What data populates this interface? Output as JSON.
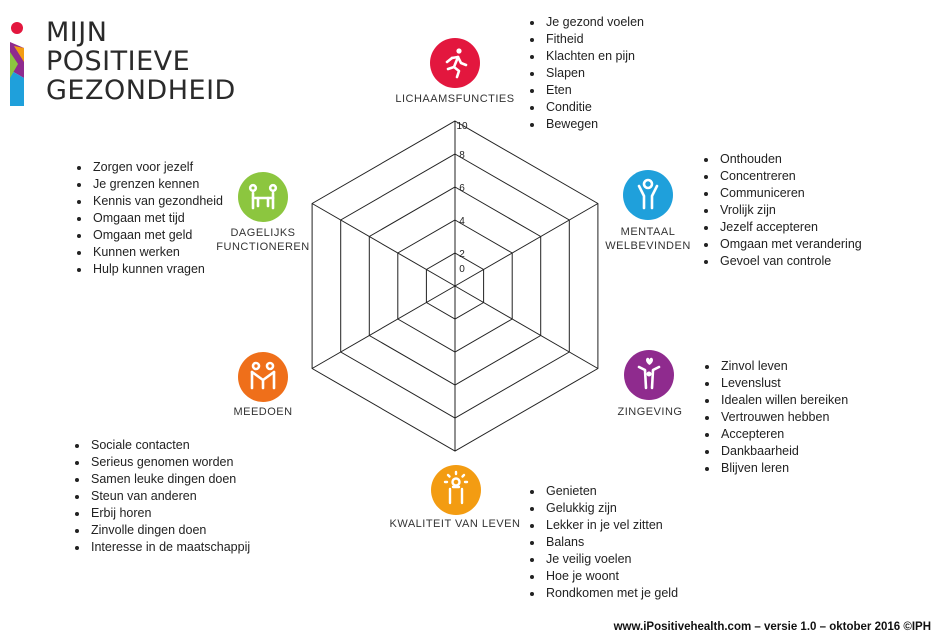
{
  "logo": {
    "lines": [
      "MIJN",
      "POSITIEVE",
      "GEZONDHEID"
    ]
  },
  "scale": {
    "ticks": [
      "0",
      "2",
      "4",
      "6",
      "8",
      "10"
    ]
  },
  "dimensions": [
    {
      "label": "LICHAAMSFUNCTIES",
      "color": "#e3173e",
      "icon": "running-person-icon",
      "items": [
        "Je gezond voelen",
        "Fitheid",
        "Klachten en pijn",
        "Slapen",
        "Eten",
        "Conditie",
        "Bewegen"
      ]
    },
    {
      "label": "MENTAAL\nWELBEVINDEN",
      "color": "#1fa0db",
      "icon": "person-arms-up-icon",
      "items": [
        "Onthouden",
        "Concentreren",
        "Communiceren",
        "Vrolijk zijn",
        "Jezelf accepteren",
        "Omgaan met verandering",
        "Gevoel van controle"
      ]
    },
    {
      "label": "ZINGEVING",
      "color": "#8f2b8e",
      "icon": "person-heart-icon",
      "items": [
        "Zinvol leven",
        "Levenslust",
        "Idealen willen bereiken",
        "Vertrouwen hebben",
        "Accepteren",
        "Dankbaarheid",
        "Blijven leren"
      ]
    },
    {
      "label": "KWALITEIT VAN LEVEN",
      "color": "#f39c12",
      "icon": "person-sun-icon",
      "items": [
        "Genieten",
        "Gelukkig zijn",
        "Lekker in je vel zitten",
        "Balans",
        "Je veilig voelen",
        "Hoe je woont",
        "Rondkomen met je geld"
      ]
    },
    {
      "label": "MEEDOEN",
      "color": "#ef6f1a",
      "icon": "people-together-icon",
      "items": [
        "Sociale contacten",
        "Serieus genomen worden",
        "Samen leuke dingen doen",
        "Steun van anderen",
        "Erbij horen",
        "Zinvolle dingen doen",
        "Interesse in de maatschappij"
      ]
    },
    {
      "label": "DAGELIJKS\nFUNCTIONEREN",
      "color": "#8cc63f",
      "icon": "people-at-table-icon",
      "items": [
        "Zorgen voor jezelf",
        "Je grenzen kennen",
        "Kennis van gezondheid",
        "Omgaan met tijd",
        "Omgaan met geld",
        "Kunnen werken",
        "Hulp kunnen vragen"
      ]
    }
  ],
  "footer": "www.iPositivehealth.com – versie 1.0 – oktober 2016 ©IPH"
}
